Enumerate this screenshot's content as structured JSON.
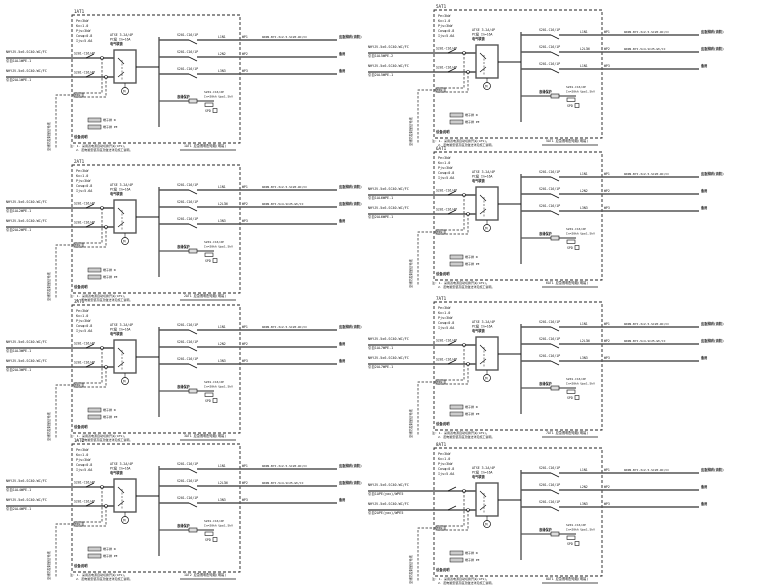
{
  "panels": [
    {
      "id": "1AT1",
      "params": [
        "Pe=3kW",
        "Kx=1.0",
        "Pjs=3kW",
        "Cosφ=0.8",
        "Ijs=5.6A"
      ],
      "ats_label": [
        "ATSE 3.2A/4P",
        "PC级 In=16A",
        "电气联锁"
      ],
      "incomers": [
        {
          "cable": "NHYJV-5x6-SC40-WC/FC",
          "from": "引自1AL1WPE-1"
        },
        {
          "cable": "NHYJV-5x6-SC40-WC/FC",
          "from": "引自2AL1WPE-1"
        }
      ],
      "incomer_breaker": "S201-C16/4P",
      "outgoings": [
        {
          "breaker": "S201-C16/1P",
          "phase": "L1N1",
          "circuit": "WP1",
          "cable": "WDZN-BYJ-3x2.5-SC20-WC/CC",
          "load": "应急照明(消防)"
        },
        {
          "breaker": "S201-C16/1P",
          "phase": "L2N2",
          "circuit": "WP2",
          "cable": "",
          "load": "备用"
        },
        {
          "breaker": "S201-C16/1P",
          "phase": "L3N3",
          "circuit": "WP3",
          "cable": "",
          "load": "备用"
        }
      ],
      "spd": {
        "label": "浪涌保护",
        "breaker": "S201-C16/2P",
        "spec": "In=20kA Up≤1.5kV",
        "tag": "SPD"
      },
      "fire_signal": "至消防控制室信号线",
      "remote_box": "FAS",
      "terminals": [
        "端子排 N",
        "端子排 PE"
      ],
      "notes_title": "设备说明",
      "notes": [
        "注: 1. 采用双电源自动切换开关(ATS)。",
        "2. 配电箱安装高度及做法详见施工说明。"
      ],
      "caption": "1AT1 应急照明配电箱(明装)",
      "has_wpe2_cable": false
    },
    {
      "id": "2AT1",
      "params": [
        "Pe=3kW",
        "Kx=1.0",
        "Pjs=3kW",
        "Cosφ=0.8",
        "Ijs=5.6A"
      ],
      "ats_label": [
        "ATSE 3.2A/4P",
        "PC级 In=16A",
        "电气联锁"
      ],
      "incomers": [
        {
          "cable": "NHYJV-5x6-SC40-WC/FC",
          "from": "引自1AL2WPE-1"
        },
        {
          "cable": "NHYJV-5x6-SC40-WC/FC",
          "from": "引自2AL2WPE-1"
        }
      ],
      "incomer_breaker": "S201-C16/4P",
      "outgoings": [
        {
          "breaker": "S201-C16/1P",
          "phase": "L1N1",
          "circuit": "WP1",
          "cable": "WDZN-BYJ-3x2.5-SC20-WC/CC",
          "load": "应急照明(消防)"
        },
        {
          "breaker": "S201-C16/1P",
          "phase": "L2L3N",
          "circuit": "WP2",
          "cable": "WDZN-BYJ-5x4-SC25-WC/CC",
          "load": "应急照明(消防)"
        },
        {
          "breaker": "S201-C16/1P",
          "phase": "L3N3",
          "circuit": "WP3",
          "cable": "",
          "load": "备用"
        }
      ],
      "spd": {
        "label": "浪涌保护",
        "breaker": "S201-C16/2P",
        "spec": "In=20kA Up≤1.5kV",
        "tag": "SPD"
      },
      "fire_signal": "至消防控制室信号线",
      "remote_box": "FAS",
      "terminals": [
        "端子排 N",
        "端子排 PE"
      ],
      "notes_title": "设备说明",
      "notes": [
        "注: 1. 采用双电源自动切换开关(ATS)。",
        "2. 配电箱安装高度及做法详见施工说明。"
      ],
      "caption": "2AT1 应急照明配电箱(明装)"
    },
    {
      "id": "3AT1",
      "params": [
        "Pe=3kW",
        "Kx=1.0",
        "Pjs=3kW",
        "Cosφ=0.8",
        "Ijs=5.6A"
      ],
      "ats_label": [
        "ATSE 3.2A/4P",
        "PC级 In=16A",
        "电气联锁"
      ],
      "incomers": [
        {
          "cable": "NHYJV-5x6-SC40-WC/FC",
          "from": "引自1AL3WPE-1"
        },
        {
          "cable": "NHYJV-5x6-SC40-WC/FC",
          "from": "引自2AL3WPE-1"
        }
      ],
      "incomer_breaker": "S201-C16/4P",
      "outgoings": [
        {
          "breaker": "S201-C16/1P",
          "phase": "L1N1",
          "circuit": "WP1",
          "cable": "WDZN-BYJ-3x2.5-SC20-WC/CC",
          "load": "应急照明(消防)"
        },
        {
          "breaker": "S201-C16/1P",
          "phase": "L2N2",
          "circuit": "WP2",
          "cable": "",
          "load": "备用"
        },
        {
          "breaker": "S201-C16/1P",
          "phase": "L3N3",
          "circuit": "WP3",
          "cable": "",
          "load": "备用"
        }
      ],
      "spd": {
        "label": "浪涌保护",
        "breaker": "S201-C16/2P",
        "spec": "In=20kA Up≤1.5kV",
        "tag": "SPD"
      },
      "fire_signal": "至消防控制室信号线",
      "remote_box": "FAS",
      "terminals": [
        "端子排 N",
        "端子排 PE"
      ],
      "notes_title": "设备说明",
      "notes": [
        "注: 1. 采用双电源自动切换开关(ATS)。",
        "2. 配电箱安装高度及做法详见施工说明。"
      ],
      "caption": "3AT1 应急照明配电箱(明装)"
    },
    {
      "id": "1AT2",
      "params": [
        "Pe=3kW",
        "Kx=1.0",
        "Pjs=3kW",
        "Cosφ=0.8",
        "Ijs=5.6A"
      ],
      "ats_label": [
        "ATSE 3.2A/4P",
        "PC级 In=16A",
        "电气联锁"
      ],
      "incomers": [
        {
          "cable": "NHYJV-5x6-SC40-WC/FC",
          "from": "引自1AL4WPE-1"
        },
        {
          "cable": "NHYJV-5x6-SC40-WC/FC",
          "from": "引自2AL4WPE-1"
        }
      ],
      "incomer_breaker": "S201-C16/4P",
      "outgoings": [
        {
          "breaker": "S201-C16/1P",
          "phase": "L1N1",
          "circuit": "WP1",
          "cable": "WDZN-BYJ-3x2.5-SC20-WC/CC",
          "load": "应急照明(消防)"
        },
        {
          "breaker": "S201-C16/1P",
          "phase": "L2L3N",
          "circuit": "WP2",
          "cable": "WDZN-BYJ-5x4-SC25-WC/CC",
          "load": "应急照明(消防)"
        },
        {
          "breaker": "S201-C16/1P",
          "phase": "L3N3",
          "circuit": "WP3",
          "cable": "",
          "load": "备用"
        }
      ],
      "spd": {
        "label": "浪涌保护",
        "breaker": "S201-C16/2P",
        "spec": "In=20kA Up≤1.5kV",
        "tag": "SPD"
      },
      "fire_signal": "至消防控制室信号线",
      "remote_box": "FAS",
      "terminals": [
        "端子排 N",
        "端子排 PE"
      ],
      "notes_title": "设备说明",
      "notes": [
        "注: 1. 采用双电源自动切换开关(ATS)。",
        "2. 配电箱安装高度及做法详见施工说明。"
      ],
      "caption": "1AT2 应急照明配电箱(明装)"
    },
    {
      "id": "5AT1",
      "params": [
        "Pe=3kW",
        "Kx=1.0",
        "Pjs=3kW",
        "Cosφ=0.8",
        "Ijs=5.6A"
      ],
      "ats_label": [
        "ATSE 3.2A/4P",
        "PC级 In=16A",
        "电气联锁"
      ],
      "incomers": [
        {
          "cable": "NHYJV-5x6-SC40-WC/FC",
          "from": "引自1AL5WPE-2"
        },
        {
          "cable": "NHYJV-5x6-SC40-WC/FC",
          "from": "引自2AL5WPE-1"
        }
      ],
      "incomer_breaker": "S201-C16/4P",
      "outgoings": [
        {
          "breaker": "S201-C16/1P",
          "phase": "L1N1",
          "circuit": "WP1",
          "cable": "WDZN-BYJ-3x2.5-SC20-WC/CC",
          "load": "应急照明(消防)"
        },
        {
          "breaker": "S201-C16/1P",
          "phase": "L2L3N",
          "circuit": "WP2",
          "cable": "WDZN-BYJ-5x4-SC25-WC/CC",
          "load": "应急照明(消防)"
        },
        {
          "breaker": "S201-C16/1P",
          "phase": "L1N1",
          "circuit": "WP3",
          "cable": "",
          "load": "备用"
        }
      ],
      "spd": {
        "label": "浪涌保护",
        "breaker": "S201-C16/2P",
        "spec": "In=20kA Up≤1.5kV",
        "tag": "SPD"
      },
      "fire_signal": "至消防控制室信号线",
      "remote_box": "FAS",
      "terminals": [
        "端子排 N",
        "端子排 PE"
      ],
      "notes_title": "设备说明",
      "notes": [
        "注: 1. 采用双电源自动切换开关(ATS)。",
        "2. 配电箱安装高度及做法详见施工说明。"
      ],
      "caption": "5AT1 应急照明配电箱(明装)"
    },
    {
      "id": "6AT1",
      "params": [
        "Pe=3kW",
        "Kx=1.0",
        "Pjs=3kW",
        "Cosφ=0.8",
        "Ijs=5.6A"
      ],
      "ats_label": [
        "ATSE 3.2A/4P",
        "PC级 In=16A",
        "电气联锁"
      ],
      "incomers": [
        {
          "cable": "NHYJV-5x6-SC40-WC/FC",
          "from": "引自1AL6WPE-1"
        },
        {
          "cable": "NHYJV-5x6-SC40-WC/FC",
          "from": "引自2AL6WPE-1"
        }
      ],
      "incomer_breaker": "S201-C16/4P",
      "outgoings": [
        {
          "breaker": "S201-C16/1P",
          "phase": "L1N1",
          "circuit": "WP1",
          "cable": "WDZN-BYJ-3x2.5-SC20-WC/CC",
          "load": "应急照明(消防)"
        },
        {
          "breaker": "S201-C16/1P",
          "phase": "L2N2",
          "circuit": "WP2",
          "cable": "",
          "load": "备用"
        },
        {
          "breaker": "S201-C16/1P",
          "phase": "L3N3",
          "circuit": "WP3",
          "cable": "",
          "load": "备用"
        }
      ],
      "spd": {
        "label": "浪涌保护",
        "breaker": "S201-C16/2P",
        "spec": "In=20kA Up≤1.5kV",
        "tag": "SPD"
      },
      "fire_signal": "至消防控制室信号线",
      "remote_box": "FAS",
      "terminals": [
        "端子排 N",
        "端子排 PE"
      ],
      "notes_title": "设备说明",
      "notes": [
        "注: 1. 采用双电源自动切换开关(ATS)。",
        "2. 配电箱安装高度及做法详见施工说明。"
      ],
      "caption": "6AT1 应急照明配电箱(明装)"
    },
    {
      "id": "7AT1",
      "params": [
        "Pe=3kW",
        "Kx=1.0",
        "Pjs=3kW",
        "Cosφ=0.8",
        "Ijs=5.6A"
      ],
      "ats_label": [
        "ATSE 3.2A/4P",
        "PC级 In=16A",
        "电气联锁"
      ],
      "incomers": [
        {
          "cable": "NHYJV-5x6-SC40-WC/FC",
          "from": "引自1AL7WPE-1"
        },
        {
          "cable": "NHYJV-5x6-SC40-WC/FC",
          "from": "引自2AL7WPE-1"
        }
      ],
      "incomer_breaker": "S201-C16/4P",
      "outgoings": [
        {
          "breaker": "S201-C16/1P",
          "phase": "L1N1",
          "circuit": "WP1",
          "cable": "WDZN-BYJ-3x2.5-SC20-WC/CC",
          "load": "应急照明(消防)"
        },
        {
          "breaker": "S201-C16/1P",
          "phase": "L2L3N",
          "circuit": "WP2",
          "cable": "WDZN-BYJ-5x4-SC25-WC/CC",
          "load": "应急照明(消防)"
        },
        {
          "breaker": "S201-C16/1P",
          "phase": "L3N3",
          "circuit": "WP3",
          "cable": "",
          "load": "备用"
        }
      ],
      "spd": {
        "label": "浪涌保护",
        "breaker": "S201-C16/2P",
        "spec": "In=20kA Up≤1.5kV",
        "tag": "SPD"
      },
      "fire_signal": "至消防控制室信号线",
      "remote_box": "FAS",
      "terminals": [
        "端子排 N",
        "端子排 PE"
      ],
      "notes_title": "设备说明",
      "notes": [
        "注: 1. 采用双电源自动切换开关(ATS)。",
        "2. 配电箱安装高度及做法详见施工说明。"
      ],
      "caption": "7AT1 应急照明配电箱(明装)"
    },
    {
      "id": "8AT1",
      "params": [
        "Pe=3kW",
        "Kx=1.0",
        "Pjs=3kW",
        "Cosφ=0.8",
        "Ijs=5.6A"
      ],
      "ats_label": [
        "ATSE 3.2A/4P",
        "PC级 In=16A",
        "电气联锁"
      ],
      "incomers": [
        {
          "cable": "NHYJV-5x6-SC40-WC/FC",
          "from": "引自1APE(yax)/WPE5"
        },
        {
          "cable": "NHYJV-5x6-SC40-WC/FC",
          "from": "引自2APE(yax)/WPE5"
        }
      ],
      "incomer_breaker": "",
      "outgoings": [
        {
          "breaker": "S201-C16/1P",
          "phase": "L1N1",
          "circuit": "WP1",
          "cable": "WDZN-BYJ-3x2.5-SC20-WC/CC",
          "load": "应急照明(消防)"
        },
        {
          "breaker": "S201-C16/1P",
          "phase": "L2N2",
          "circuit": "WP2",
          "cable": "",
          "load": "备用"
        },
        {
          "breaker": "S201-C16/1P",
          "phase": "L3N3",
          "circuit": "WP3",
          "cable": "",
          "load": "备用"
        }
      ],
      "spd": {
        "label": "浪涌保护",
        "breaker": "S201-C16/2P",
        "spec": "In=20kA Up≤1.5kV",
        "tag": "SPD"
      },
      "fire_signal": "至消防控制室信号线",
      "remote_box": "FAS",
      "terminals": [
        "端子排 N",
        "端子排 PE"
      ],
      "notes_title": "设备说明",
      "notes": [
        "注: 1. 采用双电源自动切换开关(ATS)。",
        "2. 配电箱安装高度及做法详见施工说明。"
      ],
      "caption": "8AT1 应急照明配电箱(明装)"
    }
  ],
  "colors": {
    "line": "#111111",
    "dash": "#222222",
    "wire": "#555555",
    "background": "#ffffff"
  }
}
